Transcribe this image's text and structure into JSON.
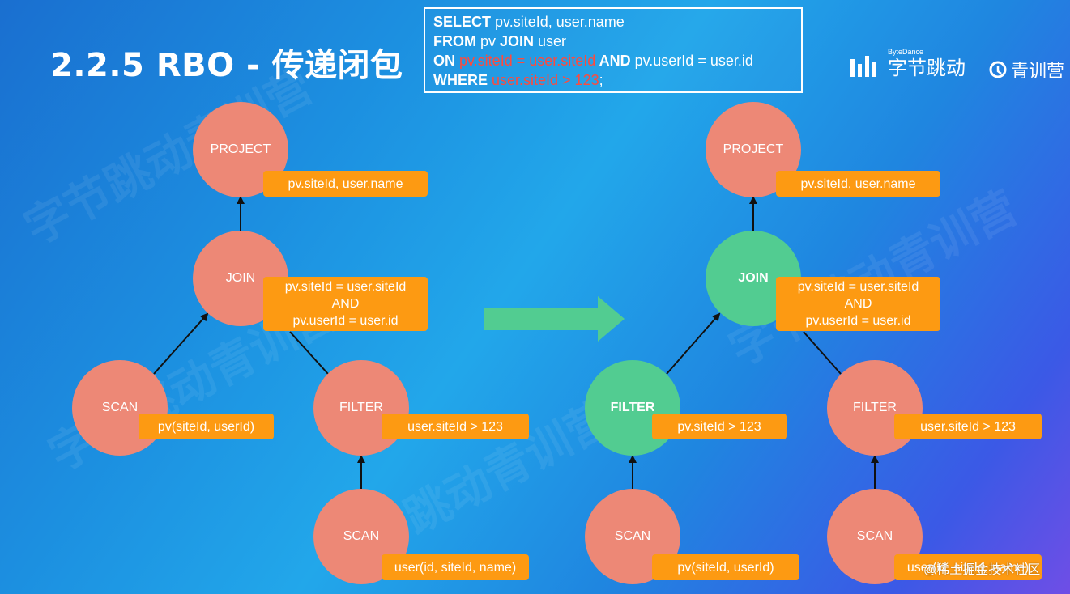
{
  "slide": {
    "title": "2.2.5 RBO - 传递闭包"
  },
  "sql": {
    "line1_kw": "SELECT",
    "line1_rest": " pv.siteId, user.name",
    "line2_kw1": "FROM",
    "line2_mid": " pv ",
    "line2_kw2": "JOIN",
    "line2_rest": " user",
    "line3_kw1": "ON",
    "line3_hl": " pv.siteId = user.siteId",
    "line3_kw2": " AND",
    "line3_rest": " pv.userId = user.id",
    "line4_kw": "WHERE",
    "line4_hl": " user.siteId > 123",
    "line4_end": ";"
  },
  "brand": {
    "bytedance_sub": "ByteDance",
    "bytedance_name": "字节跳动",
    "camp_name": "青训营"
  },
  "watermark": "字节跳动青训营",
  "left_plan": {
    "project": {
      "label": "PROJECT",
      "tag": "pv.siteId, user.name"
    },
    "join": {
      "label": "JOIN",
      "tag": "pv.siteId = user.siteId\nAND\npv.userId = user.id"
    },
    "scan_pv": {
      "label": "SCAN",
      "tag": "pv(siteId, userId)"
    },
    "filter_user": {
      "label": "FILTER",
      "tag": "user.siteId > 123"
    },
    "scan_user": {
      "label": "SCAN",
      "tag": "user(id, siteId, name)"
    }
  },
  "right_plan": {
    "project": {
      "label": "PROJECT",
      "tag": "pv.siteId, user.name"
    },
    "join": {
      "label": "JOIN",
      "tag": "pv.siteId = user.siteId\nAND\npv.userId = user.id"
    },
    "filter_pv": {
      "label": "FILTER",
      "tag": "pv.siteId > 123"
    },
    "filter_user": {
      "label": "FILTER",
      "tag": "user.siteId > 123"
    },
    "scan_pv": {
      "label": "SCAN",
      "tag": "pv(siteId, userId)"
    },
    "scan_user": {
      "label": "SCAN",
      "tag": "user(id, siteId, name)"
    }
  },
  "footer_credit": "@稀土掘金技术社区",
  "colors": {
    "node_default": "#ed8876",
    "node_changed": "#52cc91",
    "tag": "#fd9a12",
    "sql_highlight": "#ff4a3d"
  }
}
